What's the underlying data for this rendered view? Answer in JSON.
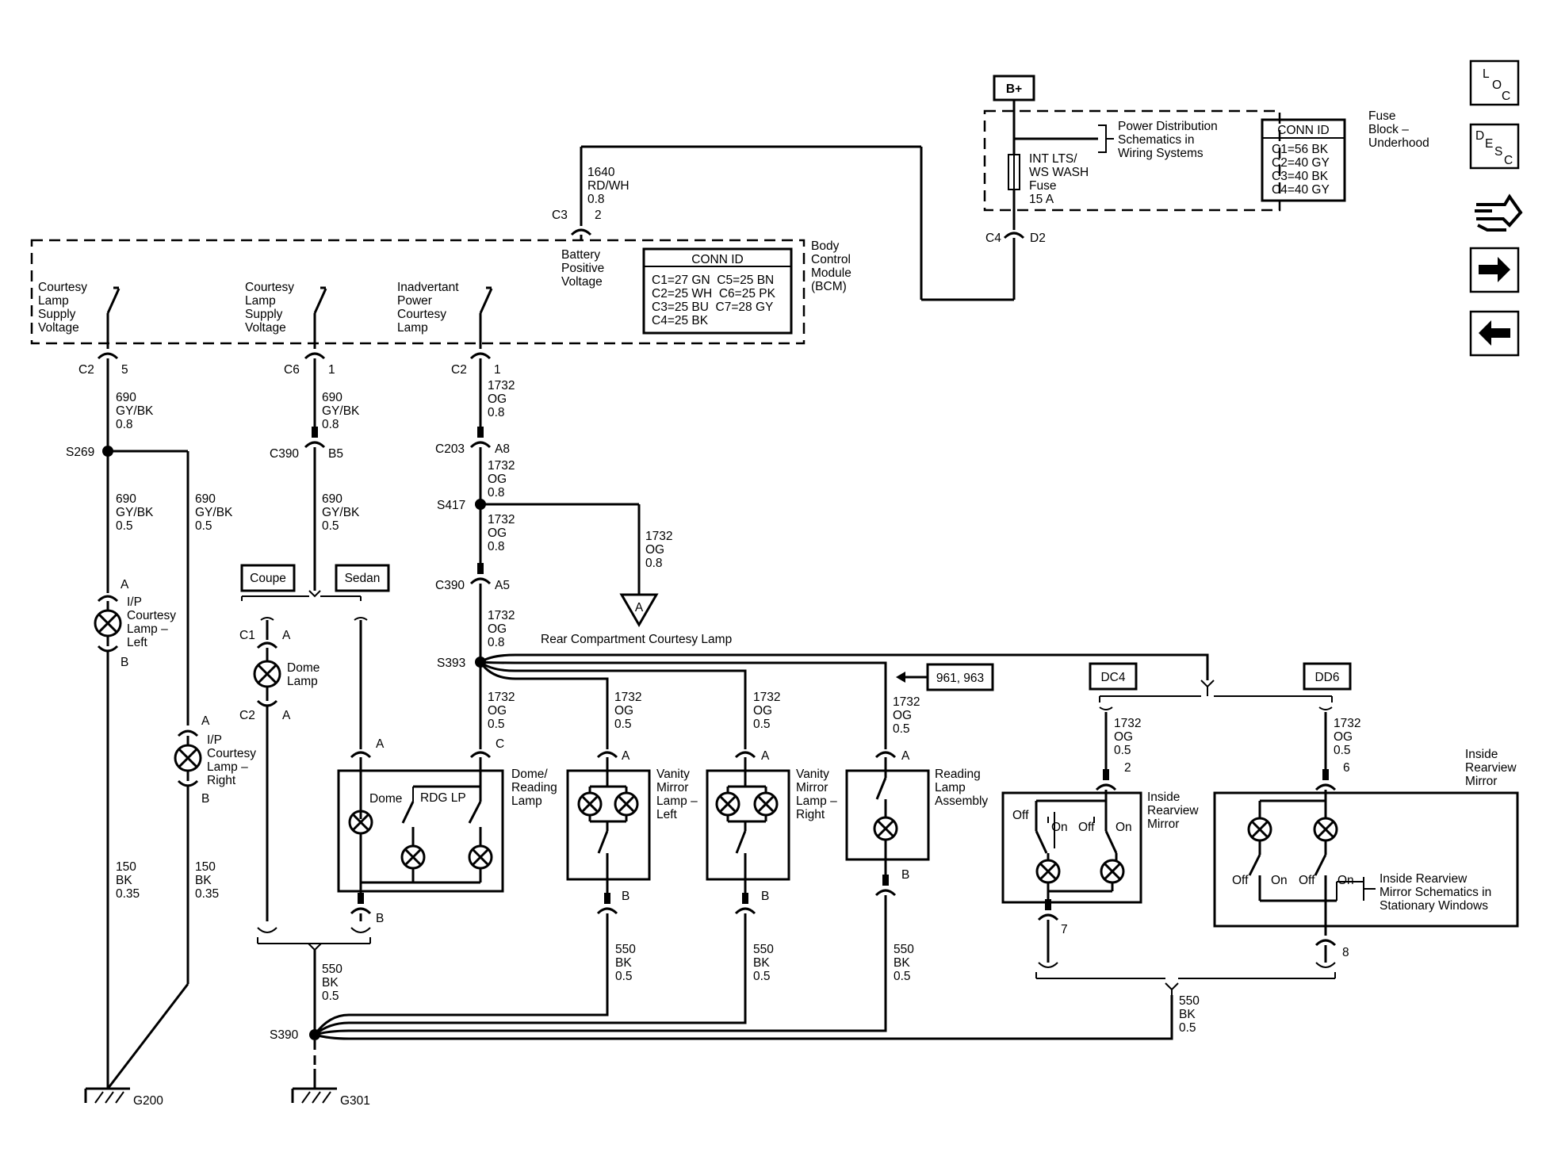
{
  "power": {
    "bplus": "B+"
  },
  "fuse_block": {
    "name_lines": [
      "Fuse",
      "Block –",
      "Underhood"
    ],
    "fuse_lines": [
      "INT LTS/",
      "WS WASH",
      "Fuse",
      "15 A"
    ],
    "pd_lines": [
      "Power Distribution",
      "Schematics in",
      "Wiring Systems"
    ],
    "conn_title": "CONN ID",
    "conn_lines": [
      "C1=56 BK",
      "C2=40 GY",
      "C3=40 BK",
      "C4=40 GY"
    ],
    "conn_out": "C4",
    "pin_out": "D2"
  },
  "bcm": {
    "name_lines": [
      "Body",
      "Control",
      "Module",
      "(BCM)"
    ],
    "conn_title": "CONN ID",
    "conn_lines": [
      "C1=27 GN  C5=25 BN",
      "C2=25 WH  C6=25 PK",
      "C3=25 BU  C7=28 GY",
      "C4=25 BK"
    ],
    "batt_lines": [
      "Battery",
      "Positive",
      "Voltage"
    ],
    "batt_conn": "C3",
    "batt_pin": "2",
    "batt_wire": [
      "1640",
      "RD/WH",
      "0.8"
    ],
    "out1_lines": [
      "Courtesy",
      "Lamp",
      "Supply",
      "Voltage"
    ],
    "out2_lines": [
      "Courtesy",
      "Lamp",
      "Supply",
      "Voltage"
    ],
    "out3_lines": [
      "Inadvertant",
      "Power",
      "Courtesy",
      "Lamp"
    ]
  },
  "conn": {
    "c2_5": [
      "C2",
      "5"
    ],
    "c6_1": [
      "C6",
      "1"
    ],
    "c2_1": [
      "C2",
      "1"
    ],
    "c390_b5": [
      "C390",
      "B5"
    ],
    "c203_a8": [
      "C203",
      "A8"
    ],
    "c390_a5": [
      "C390",
      "A5"
    ]
  },
  "wires": {
    "w690_08a": [
      "690",
      "GY/BK",
      "0.8"
    ],
    "w690_08b": [
      "690",
      "GY/BK",
      "0.8"
    ],
    "w690_05a": [
      "690",
      "GY/BK",
      "0.5"
    ],
    "w690_05b": [
      "690",
      "GY/BK",
      "0.5"
    ],
    "w690_05c": [
      "690",
      "GY/BK",
      "0.5"
    ],
    "w1732_a": [
      "1732",
      "OG",
      "0.8"
    ],
    "w1732_b": [
      "1732",
      "OG",
      "0.8"
    ],
    "w1732_c": [
      "1732",
      "OG",
      "0.8"
    ],
    "w1732_d": [
      "1732",
      "OG",
      "0.8"
    ],
    "w1732_e": [
      "1732",
      "OG",
      "0.8"
    ],
    "w1732_f": [
      "1732",
      "OG",
      "0.5"
    ],
    "w1732_g": [
      "1732",
      "OG",
      "0.5"
    ],
    "w1732_h": [
      "1732",
      "OG",
      "0.5"
    ],
    "w1732_i": [
      "1732",
      "OG",
      "0.5"
    ],
    "w1732_j": [
      "1732",
      "OG",
      "0.5"
    ],
    "w1732_k": [
      "1732",
      "OG",
      "0.5"
    ],
    "w150_a": [
      "150",
      "BK",
      "0.35"
    ],
    "w150_b": [
      "150",
      "BK",
      "0.35"
    ],
    "w550_a": [
      "550",
      "BK",
      "0.5"
    ],
    "w550_b": [
      "550",
      "BK",
      "0.5"
    ],
    "w550_c": [
      "550",
      "BK",
      "0.5"
    ],
    "w550_d": [
      "550",
      "BK",
      "0.5"
    ],
    "w550_e": [
      "550",
      "BK",
      "0.5"
    ]
  },
  "splices": {
    "s269": "S269",
    "s417": "S417",
    "s393": "S393",
    "s390": "S390"
  },
  "grounds": {
    "g200": "G200",
    "g301": "G301"
  },
  "offpage": {
    "a_letter": "A",
    "rear_comp": "Rear Compartment Courtesy Lamp",
    "ref_961": "961, 963",
    "dc4": "DC4",
    "dd6": "DD6",
    "coupe": "Coupe",
    "sedan": "Sedan"
  },
  "components": {
    "ip_left": [
      "I/P",
      "Courtesy",
      "Lamp –",
      "Left"
    ],
    "ip_right": [
      "I/P",
      "Courtesy",
      "Lamp –",
      "Right"
    ],
    "dome_lamp": [
      "Dome",
      "Lamp"
    ],
    "dome_reading": [
      "Dome/",
      "Reading",
      "Lamp"
    ],
    "dome": "Dome",
    "rdg_lp": "RDG LP",
    "vanity_left": [
      "Vanity",
      "Mirror",
      "Lamp –",
      "Left"
    ],
    "vanity_right": [
      "Vanity",
      "Mirror",
      "Lamp –",
      "Right"
    ],
    "reading_assy": [
      "Reading",
      "Lamp",
      "Assembly"
    ],
    "irm_dc4": [
      "Inside",
      "Rearview",
      "Mirror"
    ],
    "irm_dd6": [
      "Inside",
      "Rearview",
      "Mirror"
    ],
    "irm_ref": [
      "Inside Rearview",
      "Mirror Schematics in",
      "Stationary Windows"
    ],
    "sw_off": "Off",
    "sw_on": "On"
  },
  "pins": {
    "a": "A",
    "b": "B",
    "c": "C",
    "c1": "C1",
    "c2": "C2",
    "p2": "2",
    "p7": "7",
    "p6": "6",
    "p8": "8"
  },
  "nav": {
    "loc": [
      "L",
      "O",
      "C"
    ],
    "desc": [
      "D",
      "E",
      "S",
      "C"
    ]
  }
}
